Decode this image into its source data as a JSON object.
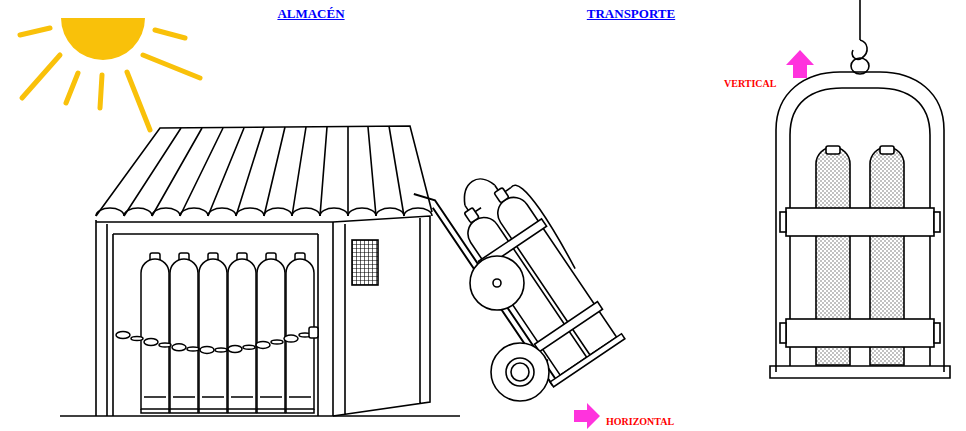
{
  "diagram": {
    "labels": [
      "ALMACÉN",
      "TRANSPORTE",
      "VERTICAL",
      "HORIZONTAL"
    ]
  }
}
